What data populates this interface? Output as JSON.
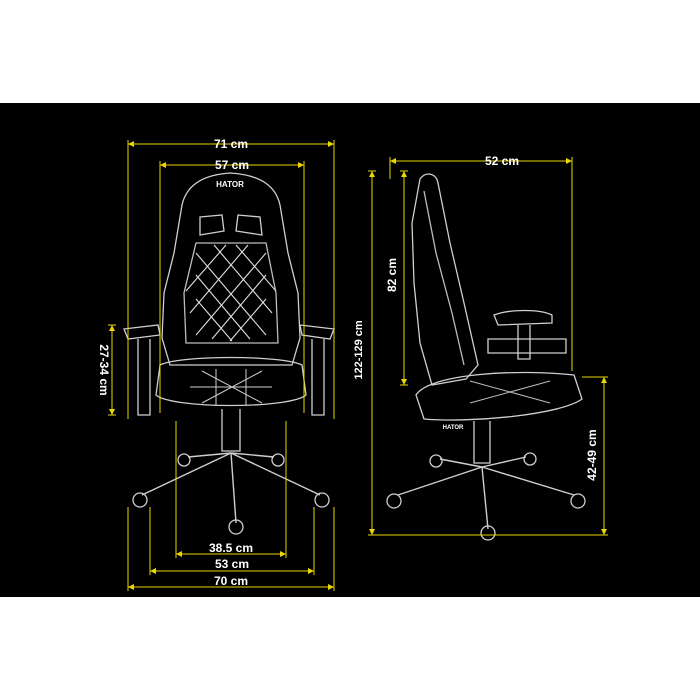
{
  "brand": "HATOR",
  "colors": {
    "background": "#000000",
    "page": "#ffffff",
    "dimension": "#e8d700",
    "label": "#ffffff",
    "outline": "#d9d9d9"
  },
  "dimensions": {
    "front_top_width": "71 cm",
    "front_back_width": "57 cm",
    "armrest_height": "27-34 cm",
    "seat_width": "38.5 cm",
    "base_inner_width": "53 cm",
    "base_width": "70 cm",
    "side_depth": "52 cm",
    "total_height": "122-129 cm",
    "backrest_height": "82 cm",
    "seat_height": "42-49 cm"
  }
}
